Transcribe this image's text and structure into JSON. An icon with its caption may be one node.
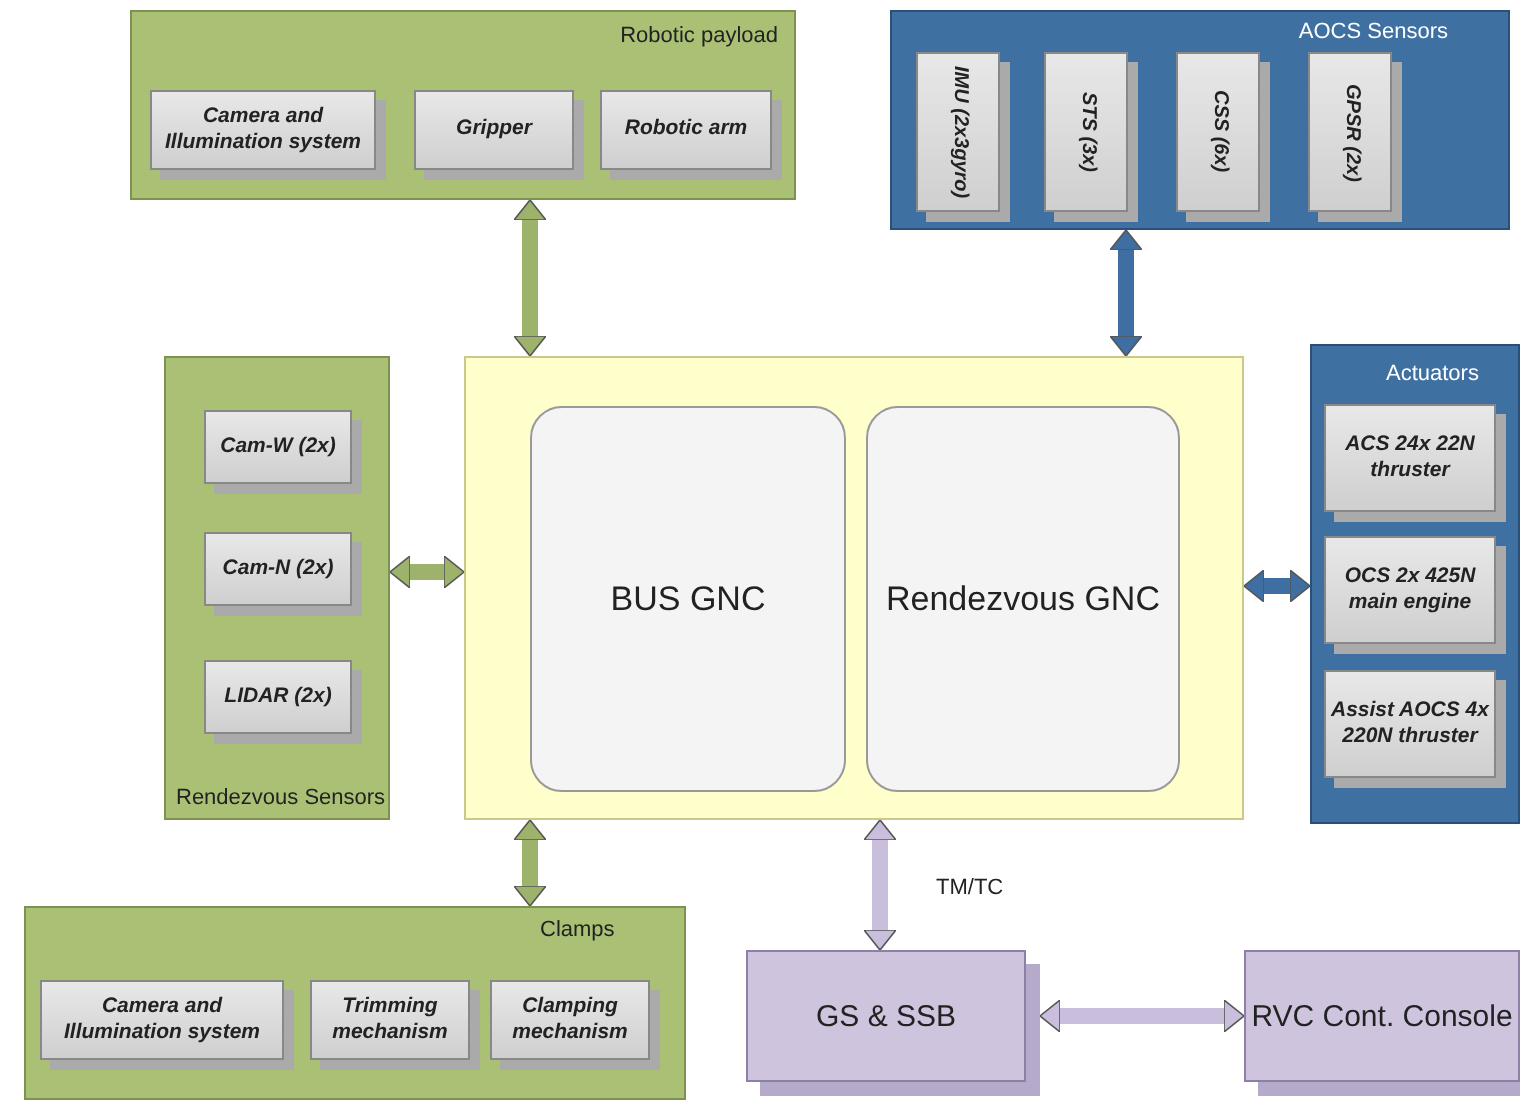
{
  "diagram": {
    "nodes": [
      {
        "text": [
          "Robotic payload"
        ]
      },
      {
        "text": [
          "Camera and Illumination system"
        ],
        "in": 0
      },
      {
        "text": [
          "Gripper"
        ],
        "in": 0
      },
      {
        "text": [
          "Robotic arm"
        ],
        "in": 0
      },
      {
        "text": [
          "AOCS Sensors"
        ]
      },
      {
        "text": [
          "IMU (2x3gyro)"
        ],
        "in": 4
      },
      {
        "text": [
          "STS (3x)"
        ],
        "in": 4
      },
      {
        "text": [
          "CSS (6x)"
        ],
        "in": 4
      },
      {
        "text": [
          "GPSR (2x)"
        ],
        "in": 4
      },
      {
        "text": [
          "Rendezvous Sensors"
        ]
      },
      {
        "text": [
          "Cam-W (2x)"
        ],
        "in": 9
      },
      {
        "text": [
          "Cam-N (2x)"
        ],
        "in": 9
      },
      {
        "text": [
          "LIDAR (2x)"
        ],
        "in": 9
      },
      {
        "text": [],
        "shape": "box"
      },
      {
        "text": [
          "BUS GNC"
        ],
        "in": 13
      },
      {
        "text": [
          "Rendezvous GNC"
        ],
        "in": 13
      },
      {
        "text": [
          "Actuators"
        ]
      },
      {
        "text": [
          "ACS 24x 22N thruster"
        ],
        "in": 16
      },
      {
        "text": [
          "OCS 2x 425N main engine"
        ],
        "in": 16
      },
      {
        "text": [
          "Assist AOCS 4x 220N thruster"
        ],
        "in": 16
      },
      {
        "text": [
          "Clamps"
        ]
      },
      {
        "text": [
          "Camera and Illumination system"
        ],
        "in": 20
      },
      {
        "text": [
          "Trimming mechanism"
        ],
        "in": 20
      },
      {
        "text": [
          "Clamping mechanism"
        ],
        "in": 20
      },
      {
        "text": [
          "GS & SSB"
        ]
      },
      {
        "text": [
          "RVC Cont. Console"
        ]
      }
    ],
    "edges": [
      {
        "from": 0,
        "to": 13,
        "arrow": "both"
      },
      {
        "from": 4,
        "to": 13,
        "arrow": "both",
        "color": "#3f6ea3"
      },
      {
        "from": 9,
        "to": 13,
        "arrow": "both"
      },
      {
        "from": 13,
        "to": 16,
        "arrow": "both",
        "color": "#3f6ea3"
      },
      {
        "from": 13,
        "to": 20,
        "arrow": "both"
      },
      {
        "from": 13,
        "to": 24,
        "arrow": "both",
        "label": "TM/TC",
        "color": "#c9bedb"
      },
      {
        "from": 24,
        "to": 25,
        "arrow": "both",
        "color": "#c9bedb"
      }
    ]
  }
}
